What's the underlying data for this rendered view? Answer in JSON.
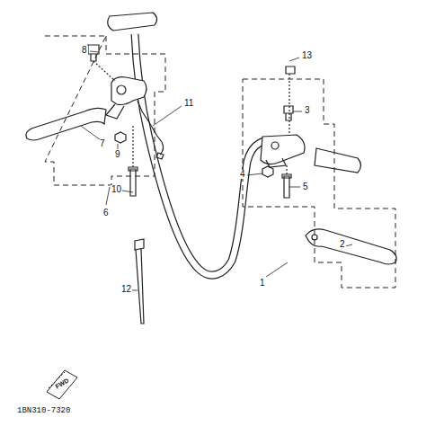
{
  "diagram": {
    "labels": [
      "1",
      "2",
      "3",
      "4",
      "5",
      "6",
      "7",
      "8",
      "9",
      "10",
      "11",
      "12",
      "13",
      "FWD",
      "1BN310-7320"
    ]
  }
}
